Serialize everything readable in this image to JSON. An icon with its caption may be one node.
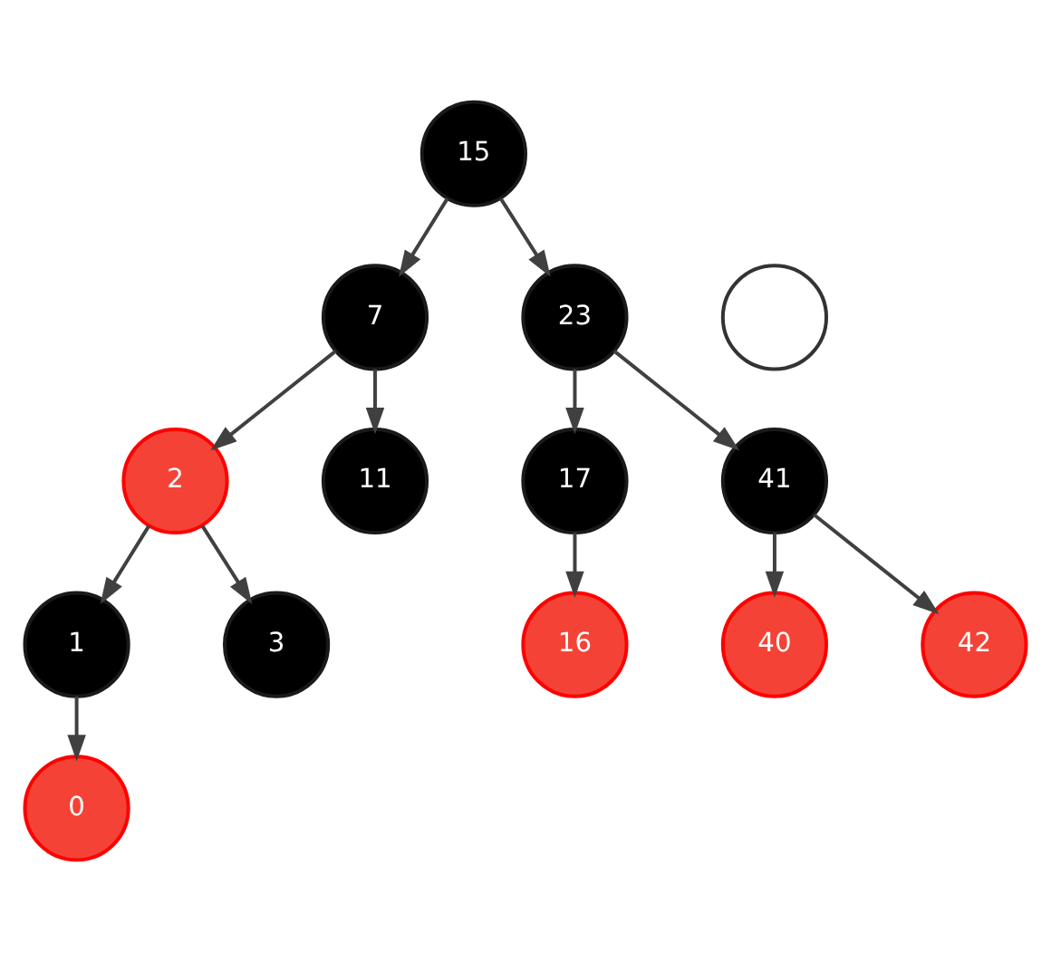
{
  "diagram": {
    "nodes": [
      {
        "text": [
          "15"
        ]
      },
      {
        "text": [
          "7"
        ]
      },
      {
        "text": [
          "23"
        ]
      },
      {
        "text": [],
        "shape": "circle"
      },
      {
        "text": [
          "2"
        ]
      },
      {
        "text": [
          "11"
        ]
      },
      {
        "text": [
          "17"
        ]
      },
      {
        "text": [
          "41"
        ]
      },
      {
        "text": [
          "1"
        ]
      },
      {
        "text": [
          "3"
        ]
      },
      {
        "text": [
          "16"
        ]
      },
      {
        "text": [
          "40"
        ]
      },
      {
        "text": [
          "42"
        ]
      },
      {
        "text": [
          "0"
        ]
      }
    ],
    "edges": [
      {
        "from": 0,
        "to": 1,
        "arrow": "to"
      },
      {
        "from": 0,
        "to": 2,
        "arrow": "to"
      },
      {
        "from": 1,
        "to": 4,
        "arrow": "to"
      },
      {
        "from": 1,
        "to": 5,
        "arrow": "to"
      },
      {
        "from": 2,
        "to": 6,
        "arrow": "to"
      },
      {
        "from": 2,
        "to": 7,
        "arrow": "to"
      },
      {
        "from": 4,
        "to": 8,
        "arrow": "to"
      },
      {
        "from": 4,
        "to": 9,
        "arrow": "to"
      },
      {
        "from": 6,
        "to": 10,
        "arrow": "to"
      },
      {
        "from": 7,
        "to": 11,
        "arrow": "to"
      },
      {
        "from": 7,
        "to": 12,
        "arrow": "to"
      },
      {
        "from": 8,
        "to": 13,
        "arrow": "to"
      }
    ]
  }
}
